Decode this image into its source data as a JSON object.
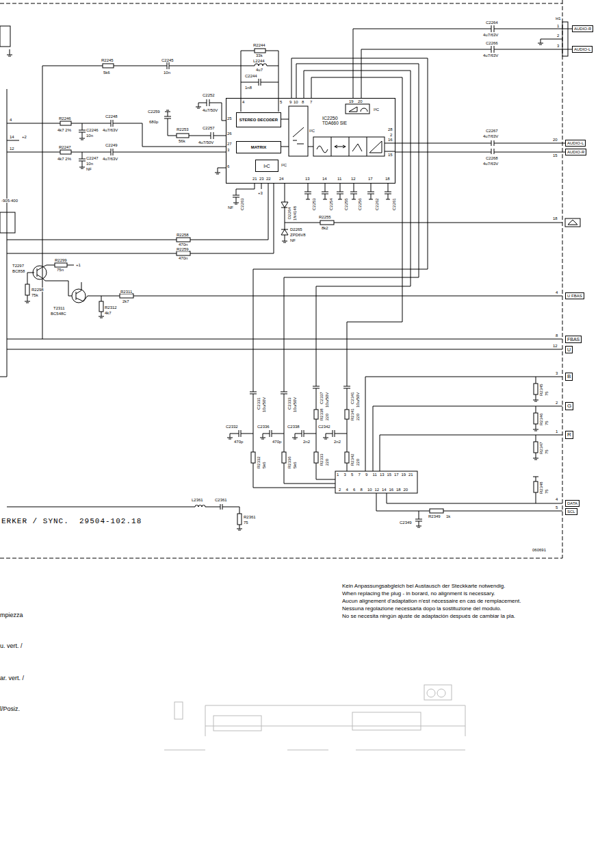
{
  "diagram": {
    "nodes": [
      {
        "text": [
          "IC2250",
          "TDA660 SIE"
        ]
      },
      {
        "text": [
          "STEREO DECODER"
        ],
        "in": 0
      },
      {
        "text": [
          "MATRIX"
        ],
        "in": 0
      },
      {
        "text": [
          "I²C"
        ],
        "in": 0
      },
      {
        "text": [
          "AUDIO-R"
        ]
      },
      {
        "text": [
          "AUDIO-L"
        ]
      },
      {
        "text": [
          "AUDIO-L"
        ]
      },
      {
        "text": [
          "AUDIO-R"
        ]
      },
      {
        "text": [
          "U FBAS"
        ]
      },
      {
        "text": [
          "FBAS"
        ]
      },
      {
        "text": [
          "U"
        ]
      },
      {
        "text": [
          "B"
        ]
      },
      {
        "text": [
          "G"
        ]
      },
      {
        "text": [
          "R"
        ]
      },
      {
        "text": [
          "DATA"
        ]
      },
      {
        "text": [
          "SCL"
        ]
      }
    ],
    "edges": [
      {
        "from": 0,
        "to": 4,
        "arrow": "none"
      },
      {
        "from": 0,
        "to": 5,
        "arrow": "none"
      },
      {
        "from": 0,
        "to": 6,
        "arrow": "none"
      },
      {
        "from": 0,
        "to": 7,
        "arrow": "none"
      }
    ],
    "labels": [
      "R2245",
      "5k6",
      "C2245",
      "10n",
      "R2244",
      "33k",
      "L2244",
      "4u7",
      "C2244",
      "1n8",
      "C2252",
      "4u7/50V",
      "C2259",
      "680p",
      "R2253",
      "56k",
      "C2257",
      "4u7/50V",
      "R2246",
      "4k7 2%",
      "C2246",
      "10n",
      "C2248",
      "4u7/63V",
      "R2247",
      "4k7 2%",
      "C2247",
      "10n",
      "NF",
      "C2249",
      "4u7/63V",
      "4",
      "14",
      "+2",
      "12",
      "4",
      "5",
      "9",
      "10",
      "8",
      "7",
      "19",
      "20",
      "25",
      "26",
      "27",
      "3",
      "6",
      "28",
      "2",
      "16",
      "15",
      "21",
      "23",
      "22",
      "24",
      "13",
      "14",
      "11",
      "12",
      "17",
      "18",
      "I²C",
      "I²C",
      "I²C",
      "C2263",
      "NF",
      "+3",
      "D2264",
      "1N4148",
      "C2253",
      "C2254",
      "C2255",
      "C2256",
      "C2262",
      "C2261",
      "R2255",
      "8k2",
      "D2265",
      "ZPD6V8",
      "NF",
      "R2258",
      "470n",
      "R2259",
      "470n",
      "T2297",
      "BC858",
      "R2299",
      "75n",
      "+1",
      "R2298",
      "75k",
      "T2311",
      "BC548C",
      "R2311",
      "2k7",
      "R2312",
      "4k7",
      "C2264",
      "4u7/63V",
      "C2266",
      "4u7/63V",
      "H1",
      "1",
      "2",
      "3",
      "C2267",
      "4u7/63V",
      "C2268",
      "4u7/63V",
      "20",
      "15",
      "18",
      "4",
      "8",
      "12",
      "3",
      "2",
      "1",
      "4",
      "5",
      "R2345",
      "75",
      "R2346",
      "75",
      "R2347",
      "75",
      "R2348",
      "75",
      "C2331",
      "10u/50V",
      "C2333",
      "10u/50V",
      "C2337",
      "10u/50V",
      "C2341",
      "10u/50V",
      "C2332",
      "470p",
      "C2336",
      "470p",
      "C2338",
      "2n2",
      "C2342",
      "2n2",
      "R2338",
      "220",
      "R2341",
      "220",
      "R2333",
      "220",
      "R2342",
      "220",
      "R2332",
      "5k6",
      "R2336",
      "5k6",
      "1",
      "3",
      "5",
      "7",
      "9",
      "11",
      "13",
      "15",
      "17",
      "19",
      "21",
      "2",
      "4",
      "6",
      "8",
      "10",
      "12",
      "14",
      "16",
      "18",
      "20",
      "R2349",
      "1k",
      "C2349",
      "L2361",
      "C2361",
      "R2361",
      "75",
      "ERKER / SYNC.  29504-102.18",
      "060691",
      "Kein Anpassungsabgleich bei Austausch der Steckkarte notwendig.",
      "When replacing the plug - in borard, no alignment is necessary.",
      "Aucun alignement d'adaptation n'est nécessaire en cas de remplacement.",
      "Nessuna regolazione necessaria dopo la sostituzione del modulo.",
      "No se necesita ningún ajuste de adaptación después de cambiar la pla.",
      "mpiezza",
      "u. vert. /",
      "ar. vert. /",
      "l/Posiz.",
      "-905-400"
    ]
  }
}
